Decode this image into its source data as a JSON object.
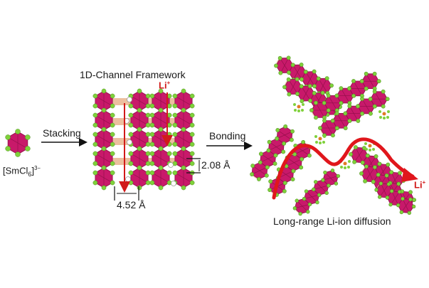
{
  "figure": {
    "unit_label": "[SmCl",
    "unit_sub": "6",
    "unit_charge": "3−",
    "step1": "Stacking",
    "step2": "Bonding",
    "framework_title": "1D-Channel Framework",
    "li_ion": "Li",
    "li_charge": "+",
    "dist_vertical": "2.08 Å",
    "dist_horizontal": "4.52 Å",
    "diffusion_caption": "Long-range Li-ion diffusion"
  },
  "colors": {
    "octahedron": "#c8196a",
    "octahedron_dark": "#8e0f47",
    "chlorine": "#7fd13b",
    "channel": "#e9b48e",
    "arrow": "#d11a1a"
  }
}
